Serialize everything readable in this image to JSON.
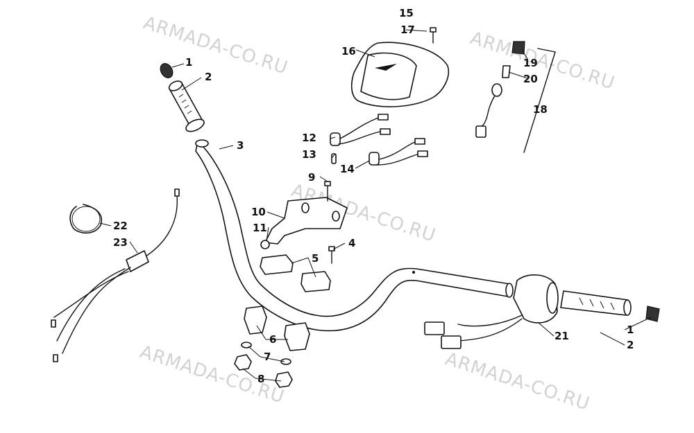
{
  "watermarks": [
    "ARMADA-CO.RU",
    "ARMADA-CO.RU",
    "ARMADA-CO.RU",
    "ARMADA-CO.RU",
    "ARMADA-CO.RU"
  ],
  "callouts": {
    "c1a": "1",
    "c2a": "2",
    "c3": "3",
    "c4": "4",
    "c5": "5",
    "c6": "6",
    "c7": "7",
    "c8": "8",
    "c9": "9",
    "c10": "10",
    "c11": "11",
    "c12": "12",
    "c13": "13",
    "c14": "14",
    "c15": "15",
    "c16": "16",
    "c17": "17",
    "c18": "18",
    "c19": "19",
    "c20": "20",
    "c21": "21",
    "c22": "22",
    "c23": "23",
    "c1b": "1",
    "c2b": "2"
  }
}
